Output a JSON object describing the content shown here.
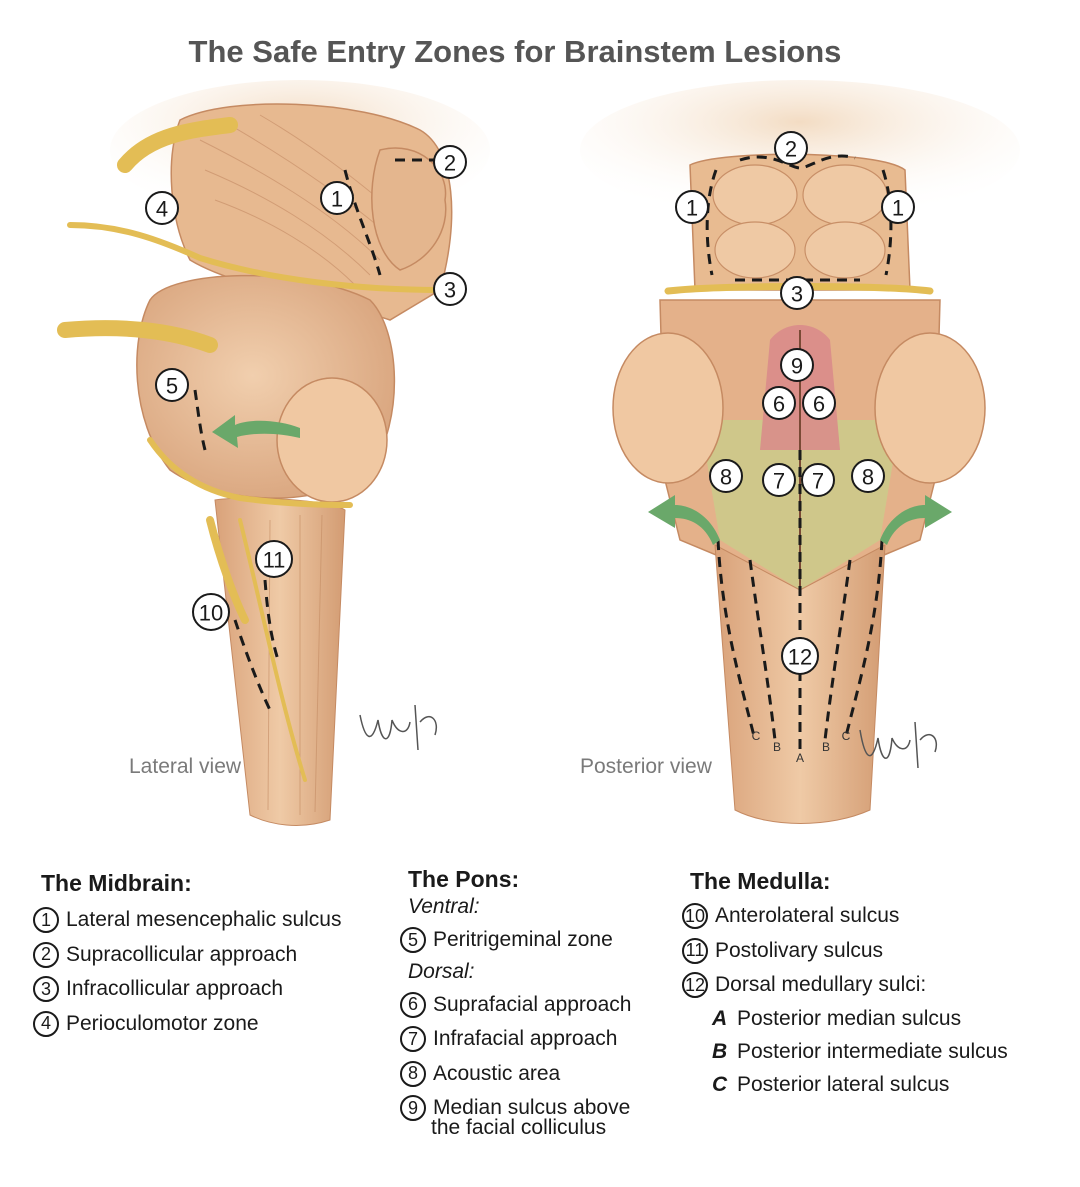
{
  "title": "The Safe Entry Zones for Brainstem Lesions",
  "views": {
    "lateral_label": "Lateral view",
    "posterior_label": "Posterior view"
  },
  "markers": {
    "lateral": [
      "1",
      "2",
      "3",
      "4",
      "5",
      "10",
      "11"
    ],
    "posterior": [
      "2",
      "1",
      "1",
      "3",
      "9",
      "6",
      "6",
      "8",
      "7",
      "7",
      "8",
      "12"
    ],
    "sulcus_letters": [
      "C",
      "B",
      "A",
      "B",
      "C"
    ]
  },
  "midbrain": {
    "heading": "The Midbrain:",
    "items": [
      {
        "num": "1",
        "label": "Lateral mesencephalic sulcus"
      },
      {
        "num": "2",
        "label": "Supracollicular approach"
      },
      {
        "num": "3",
        "label": "Infracollicular approach"
      },
      {
        "num": "4",
        "label": "Perioculomotor zone"
      }
    ]
  },
  "pons": {
    "heading": "The Pons:",
    "ventral": "Ventral:",
    "dorsal": "Dorsal:",
    "ventral_items": [
      {
        "num": "5",
        "label": "Peritrigeminal zone"
      }
    ],
    "dorsal_items": [
      {
        "num": "6",
        "label": "Suprafacial approach"
      },
      {
        "num": "7",
        "label": "Infrafacial approach"
      },
      {
        "num": "8",
        "label": "Acoustic area"
      },
      {
        "num": "9",
        "label": "Median sulcus above",
        "cont": "the facial colliculus"
      }
    ]
  },
  "medulla": {
    "heading": "The Medulla:",
    "items": [
      {
        "num": "10",
        "label": "Anterolateral sulcus"
      },
      {
        "num": "11",
        "label": "Postolivary sulcus"
      },
      {
        "num": "12",
        "label": "Dorsal medullary sulci:"
      }
    ],
    "letters": [
      {
        "letter": "A",
        "label": "Posterior median sulcus"
      },
      {
        "letter": "B",
        "label": "Posterior intermediate sulcus"
      },
      {
        "letter": "C",
        "label": "Posterior lateral sulcus"
      }
    ]
  },
  "colors": {
    "tissue": "#e9bf98",
    "tissue_dark": "#c88c63",
    "nerve": "#e8c35a",
    "arrow": "#6aa86a",
    "pink_zone": "#d98a8a",
    "green_zone": "#c8cf8a"
  }
}
